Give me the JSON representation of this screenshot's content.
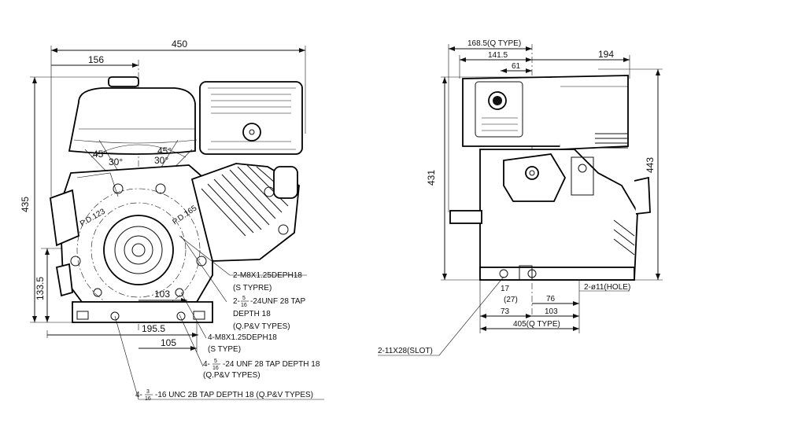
{
  "left_view": {
    "dim_overall_width": "450",
    "dim_156": "156",
    "dim_height_435": "435",
    "dim_133_5": "133.5",
    "angle_45_left": "45°",
    "angle_45_right": "45°",
    "angle_30_left": "30°",
    "angle_30_right": "30°",
    "pcd_123": "P.D.123",
    "pcd_165": "P.D.165",
    "dim_103": "103",
    "dim_195_5": "195.5",
    "dim_105": "105",
    "note_m8_a": "2-M8X1.25DEPH18",
    "note_m8_a_sub": "(S TYPRE)",
    "note_unf_a_pre": "2-",
    "note_unf_a_num": "5",
    "note_unf_a_den": "16",
    "note_unf_a_post": "-24UNF 28 TAP",
    "note_unf_a_line2": "DEPTH 18",
    "note_unf_a_sub": "(Q.P&V TYPES)",
    "note_m8_b": "4-M8X1.25DEPH18",
    "note_m8_b_sub": "(S TYPE)",
    "note_unf_b_pre": "4-",
    "note_unf_b_num": "5",
    "note_unf_b_den": "16",
    "note_unf_b_post": "-24 UNF  28 TAP DEPTH 18",
    "note_unf_b_sub": "(Q.P&V TYPES)",
    "note_unc_pre": "4-",
    "note_unc_num": "3",
    "note_unc_den": "16",
    "note_unc_post": "-16 UNC  2B TAP DEPTH 18 (Q.P&V TYPES)"
  },
  "right_view": {
    "dim_168_5": "168.5(Q TYPE)",
    "dim_141_5": "141.5",
    "dim_61": "61",
    "dim_194": "194",
    "dim_431": "431",
    "dim_443": "443",
    "dim_17": "17",
    "dim_27": "(27)",
    "dim_76": "76",
    "dim_73": "73",
    "dim_103": "103",
    "dim_405": "405(Q TYPE)",
    "note_hole": "2-ø11(HOLE)",
    "note_slot": "2-11X28(SLOT)"
  }
}
